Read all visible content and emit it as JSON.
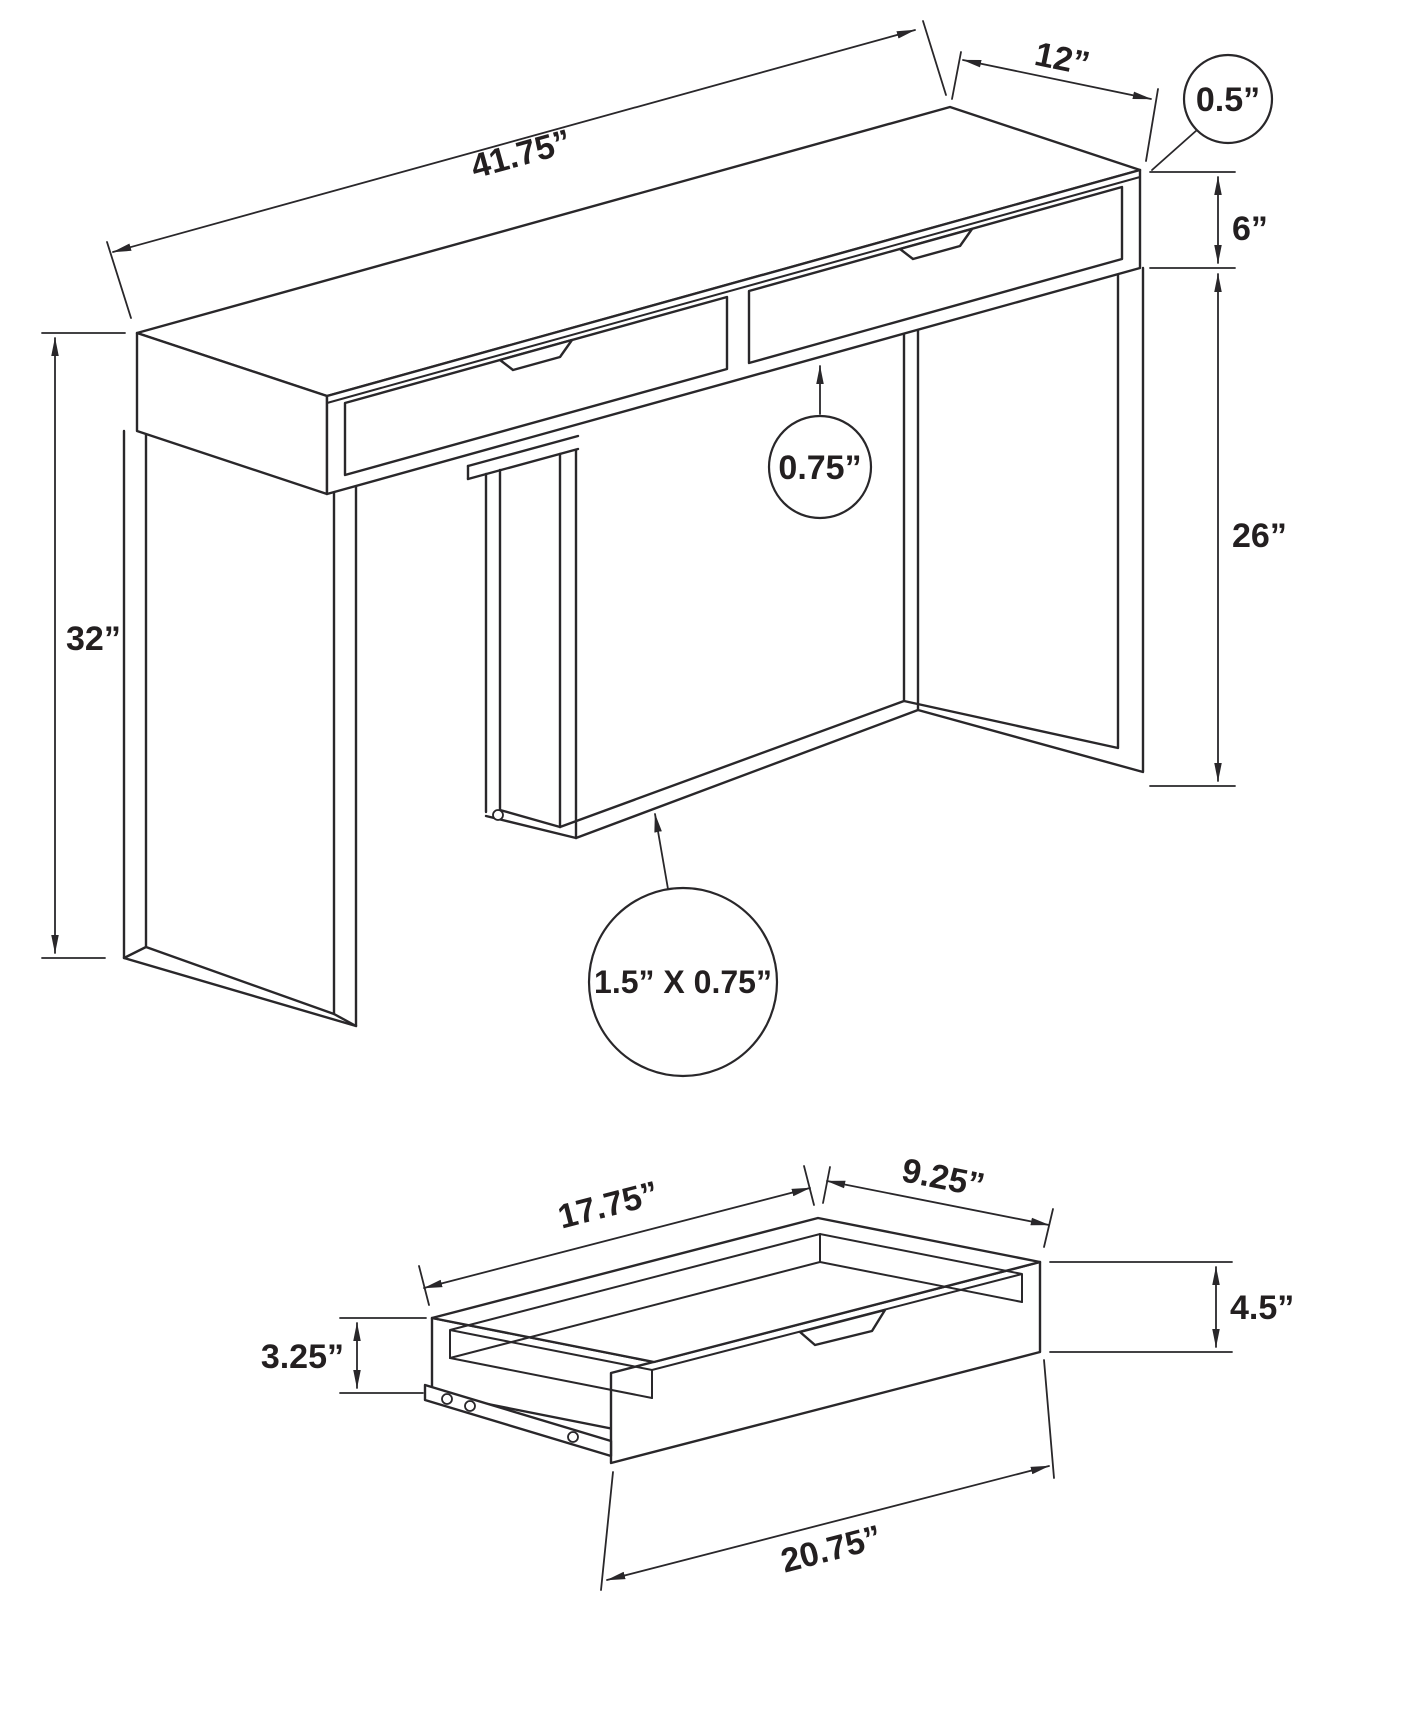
{
  "page": {
    "background": "#ffffff",
    "line_color": "#29272a",
    "text_color": "#231f20"
  },
  "table_view": {
    "length": "41.75”",
    "depth": "12”",
    "top_thickness": "0.5”",
    "apron_height": "6”",
    "leg_clearance": "26”",
    "overall_height": "32”",
    "bottom_frame": "0.75”",
    "tube_size": "1.5” X 0.75”"
  },
  "drawer_view": {
    "inner_length": "17.75”",
    "inner_depth": "9.25”",
    "front_height": "4.5”",
    "side_height": "3.25”",
    "front_width": "20.75”"
  }
}
